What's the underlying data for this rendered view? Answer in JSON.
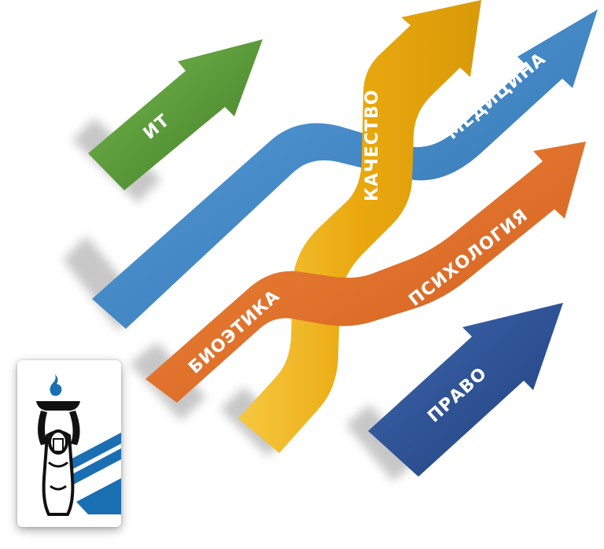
{
  "arrows": [
    {
      "id": "it",
      "label": "ИТ",
      "color": "#5a9a3a"
    },
    {
      "id": "medicine",
      "label": "МЕДИЦИНА",
      "color": "#3f86c8"
    },
    {
      "id": "quality",
      "label": "КАЧЕСТВО",
      "color": "#f2b415"
    },
    {
      "id": "psychology",
      "label": "ПСИХОЛОГИЯ",
      "color": "#e6712a"
    },
    {
      "id": "bioethics",
      "label": "БИОЭТИКА",
      "color": "#e6712a"
    },
    {
      "id": "law",
      "label": "ПРАВО",
      "color": "#2a4f92"
    }
  ],
  "logo": {
    "description_icon": "torch-bearer-logo-icon",
    "accent": "#1a6fb3"
  }
}
